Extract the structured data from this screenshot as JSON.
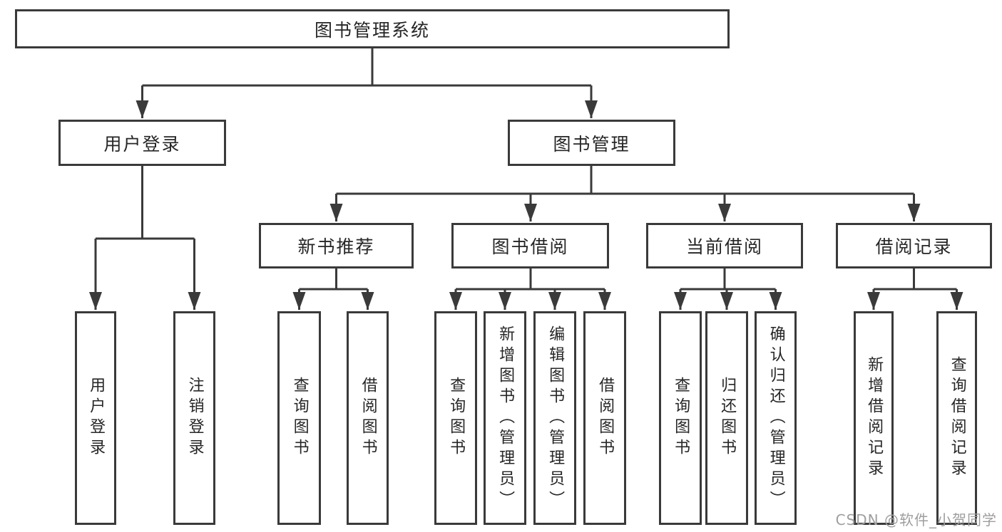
{
  "style": {
    "line_color": "#3a3a3a",
    "box_border_color": "#3a3a3a",
    "text_color": "#262626",
    "watermark_color": "#9e9e9e",
    "background": "#ffffff"
  },
  "watermark": {
    "text": "CSDN @软件_小贺同学"
  },
  "tree": {
    "root": {
      "label": "图书管理系统"
    },
    "branches": [
      {
        "label": "用户登录",
        "leaves": [
          {
            "label": "用户登录"
          },
          {
            "label": "注销登录"
          }
        ]
      },
      {
        "label": "图书管理",
        "sections": [
          {
            "label": "新书推荐",
            "leaves": [
              {
                "label": "查询图书"
              },
              {
                "label": "借阅图书"
              }
            ]
          },
          {
            "label": "图书借阅",
            "leaves": [
              {
                "label": "查询图书"
              },
              {
                "label": "新增图书（管理员）"
              },
              {
                "label": "编辑图书（管理员）"
              },
              {
                "label": "借阅图书"
              }
            ]
          },
          {
            "label": "当前借阅",
            "leaves": [
              {
                "label": "查询图书"
              },
              {
                "label": "归还图书"
              },
              {
                "label": "确认归还（管理员）"
              }
            ]
          },
          {
            "label": "借阅记录",
            "leaves": [
              {
                "label": "新增借阅记录"
              },
              {
                "label": "查询借阅记录"
              }
            ]
          }
        ]
      }
    ]
  }
}
